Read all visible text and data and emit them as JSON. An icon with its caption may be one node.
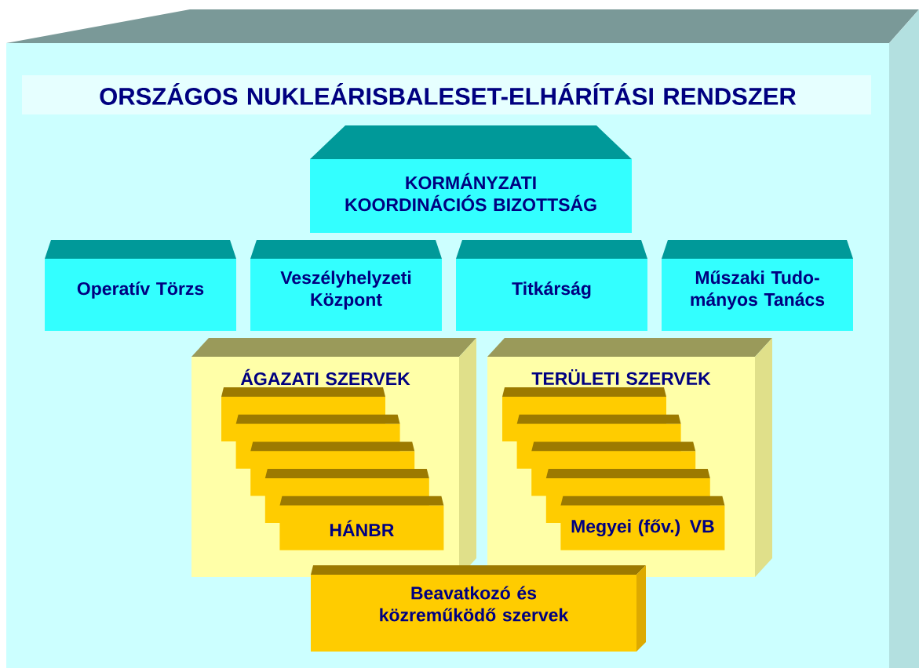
{
  "diagram": {
    "nodes": [
      {
        "text": [
          "ORSZÁGOS NUKLEÁRISBALESET-ELHÁRÍTÁSI RENDSZER"
        ]
      },
      {
        "text": [
          "KORMÁNYZATI KOORDINÁCIÓS BIZOTTSÁG"
        ],
        "in": 0
      },
      {
        "text": [
          "Operatív Törzs"
        ],
        "in": 0
      },
      {
        "text": [
          "Veszélyhelyzeti Központ"
        ],
        "in": 0
      },
      {
        "text": [
          "Titkárság"
        ],
        "in": 0
      },
      {
        "text": [
          "Műszaki Tudo- mányos Tanács"
        ],
        "in": 0
      },
      {
        "text": [
          "ÁGAZATI SZERVEK"
        ],
        "in": 0
      },
      {
        "text": [],
        "shape": "box",
        "in": 6
      },
      {
        "text": [],
        "shape": "box",
        "in": 6
      },
      {
        "text": [],
        "shape": "box",
        "in": 6
      },
      {
        "text": [],
        "shape": "box",
        "in": 6
      },
      {
        "text": [
          "HÁNBR"
        ],
        "in": 6
      },
      {
        "text": [
          "TERÜLETI SZERVEK"
        ],
        "in": 0
      },
      {
        "text": [],
        "shape": "box",
        "in": 12
      },
      {
        "text": [],
        "shape": "box",
        "in": 12
      },
      {
        "text": [],
        "shape": "box",
        "in": 12
      },
      {
        "text": [],
        "shape": "box",
        "in": 12
      },
      {
        "text": [
          "Megyei (főv.) VB"
        ],
        "in": 12
      },
      {
        "text": [
          "Beavatkozó és közreműködő szervek"
        ],
        "in": 0
      }
    ]
  }
}
